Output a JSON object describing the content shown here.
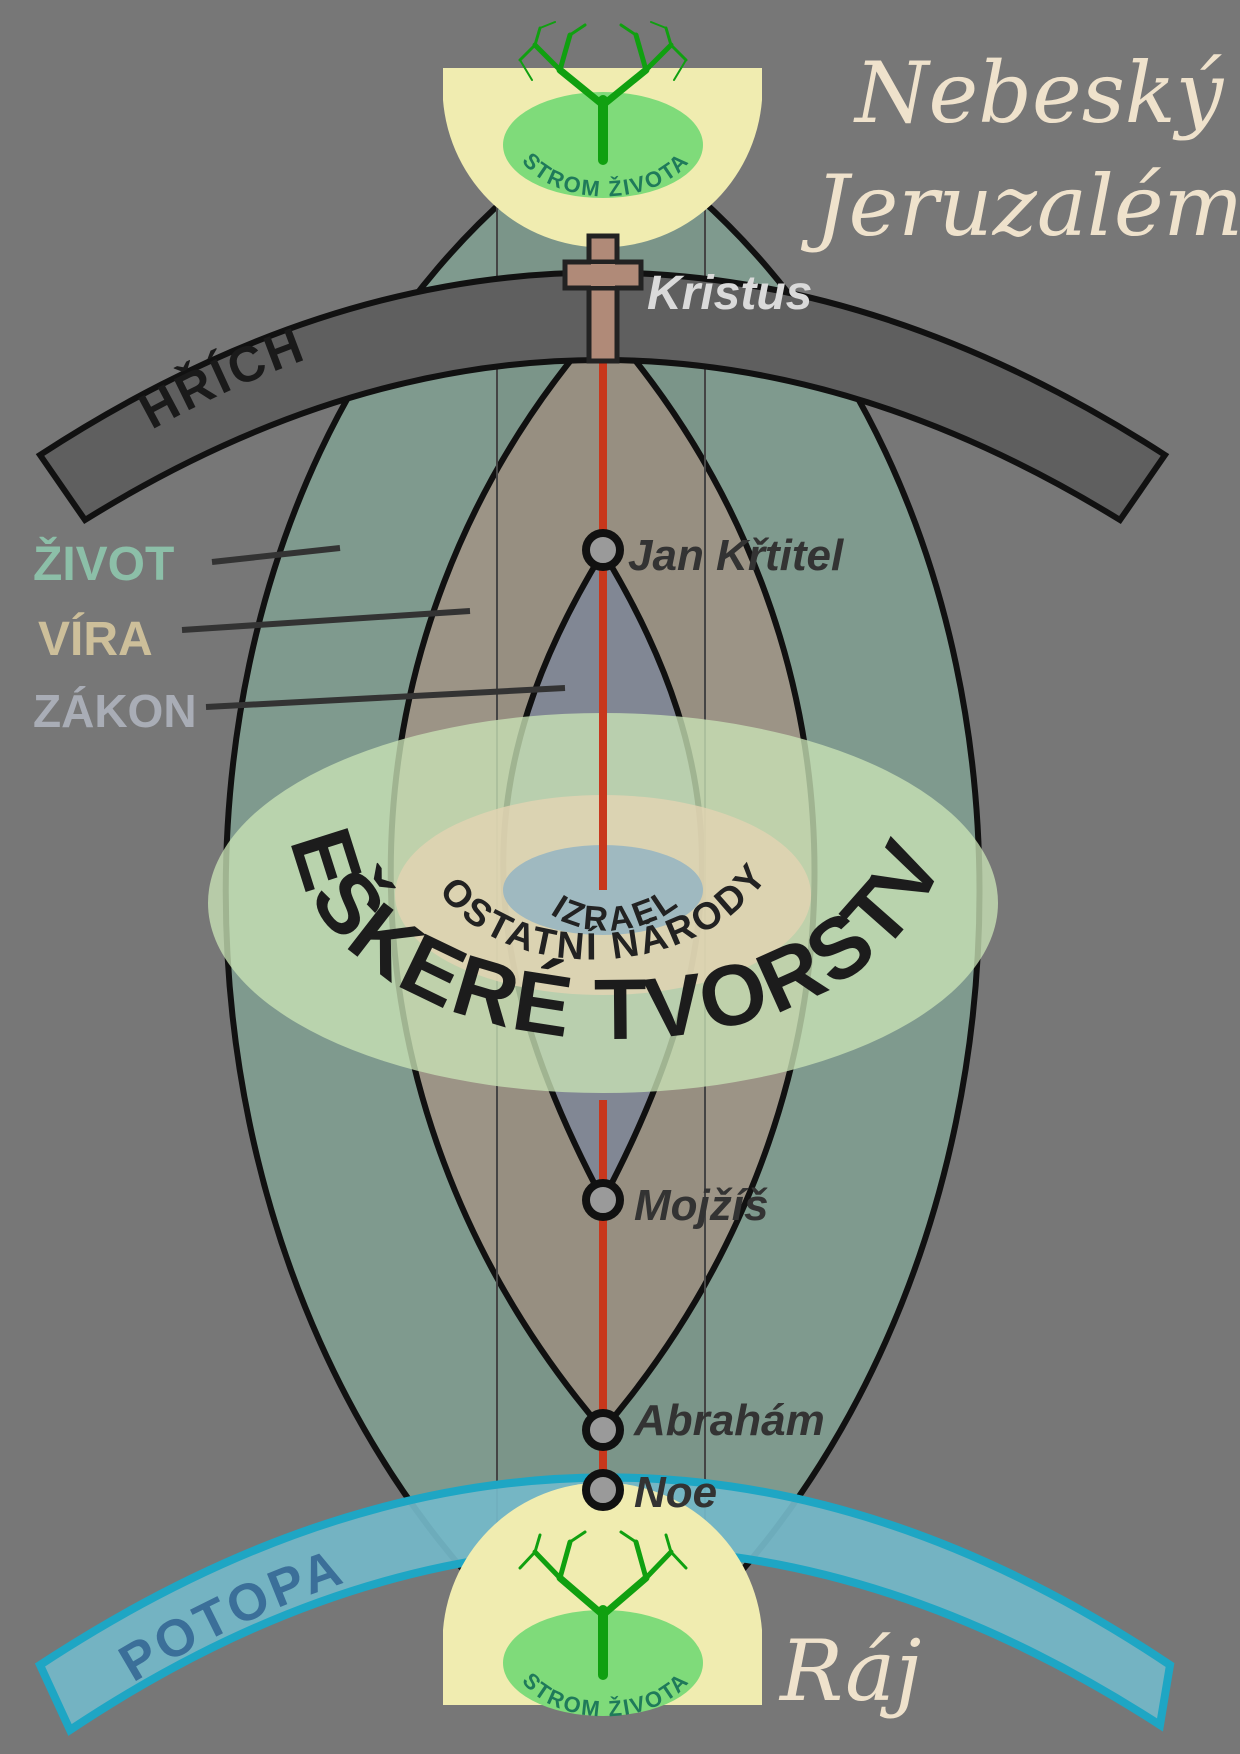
{
  "title": {
    "line1": "Nebeský",
    "line2": "Jeruzalém"
  },
  "paradise": "Ráj",
  "tree_label": "STROM ŽIVOTA",
  "sin_band": "HŘÍCH",
  "flood_band": "POTOPA",
  "persons": {
    "kristus": "Kristus",
    "jan": "Jan Křtitel",
    "mojzis": "Mojžíš",
    "abraham": "Abrahám",
    "noe": "Noe"
  },
  "legend": {
    "zivot": "ŽIVOT",
    "vira": "VÍRA",
    "zakon": "ZÁKON"
  },
  "rings": {
    "outer": "VEŠKERÉ TVORSTVO",
    "middle": "OSTATNÍ NÁRODY",
    "inner": "IZRAEL"
  },
  "colors": {
    "background": "#777777",
    "life": "#7f9a8e",
    "faith": "#9c9486",
    "law": "#868c99",
    "sin_band": "#5f5f5f",
    "flood_band": "#74b8c8",
    "flood_stroke": "#1ea6c4",
    "timeline": "#c8371c",
    "paradise_cup": "#f0ecb0",
    "tree_green": "#10a010",
    "tree_disc": "#7fdb7a",
    "creation_disc": "#c9e3b6",
    "nations_disc": "#e3d3b3",
    "israel_disc": "#9fb9c0",
    "legend_zivot": "#8cbfa8",
    "legend_vira": "#cdbf9a",
    "legend_zakon": "#a9adb6",
    "title_text": "#efe2cc"
  },
  "icons": [
    "cross-icon",
    "tree-icon"
  ]
}
